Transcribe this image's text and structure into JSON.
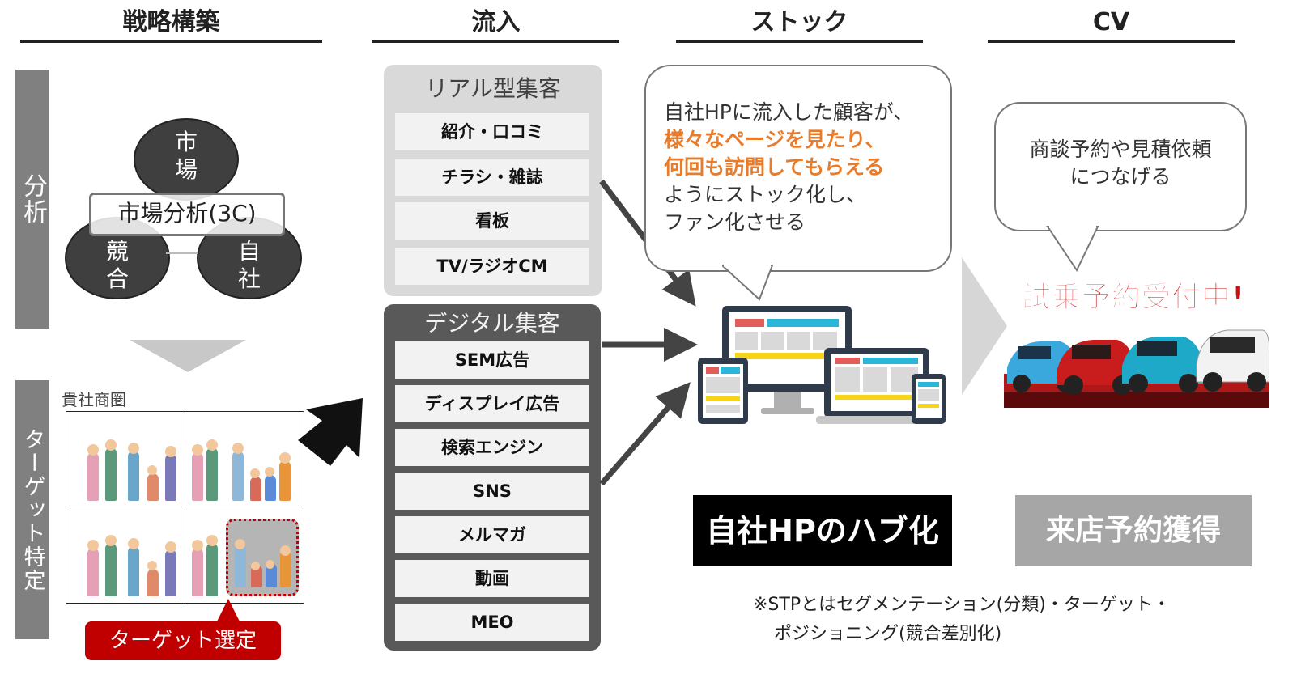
{
  "columns": {
    "strategy": "戦略構築",
    "inflow": "流入",
    "stock": "ストック",
    "cv": "CV"
  },
  "left": {
    "analysis_label": "分析",
    "target_label": "ターゲット特定",
    "circles": {
      "market": "市場",
      "competitor": "競合",
      "self": "自社"
    },
    "market_analysis": "市場分析(3C)",
    "trade_area": "貴社商圏",
    "target_select": "ターゲット選定"
  },
  "real": {
    "title": "リアル型集客",
    "items": [
      "紹介・口コミ",
      "チラシ・雑誌",
      "看板",
      "TV/ラジオCM"
    ]
  },
  "digital": {
    "title": "デジタル集客",
    "items": [
      "SEM広告",
      "ディスプレイ広告",
      "検索エンジン",
      "SNS",
      "メルマガ",
      "動画",
      "MEO"
    ]
  },
  "stock_bubble": {
    "line1": "自社HPに流入した顧客が、",
    "line2": "様々なページを見たり、",
    "line3": "何回も訪問してもらえる",
    "line4": "ようにストック化し、",
    "line5": "ファン化させる"
  },
  "hub_label": "自社HPのハブ化",
  "cv_bubble": {
    "line1": "商談予約や見積依頼",
    "line2": "につなげる"
  },
  "banner_text": "試乗予約受付中!",
  "cv_label": "来店予約獲得",
  "footnote": {
    "line1": "※STPとはセグメンテーション(分類)・ターゲット・",
    "line2": "ポジショニング(競合差別化)"
  },
  "colors": {
    "orange": "#e97c2b",
    "dark_panel": "#595959",
    "light_panel": "#d9d9d9",
    "target_red": "#c00000",
    "banner_red": "#cc1111"
  }
}
